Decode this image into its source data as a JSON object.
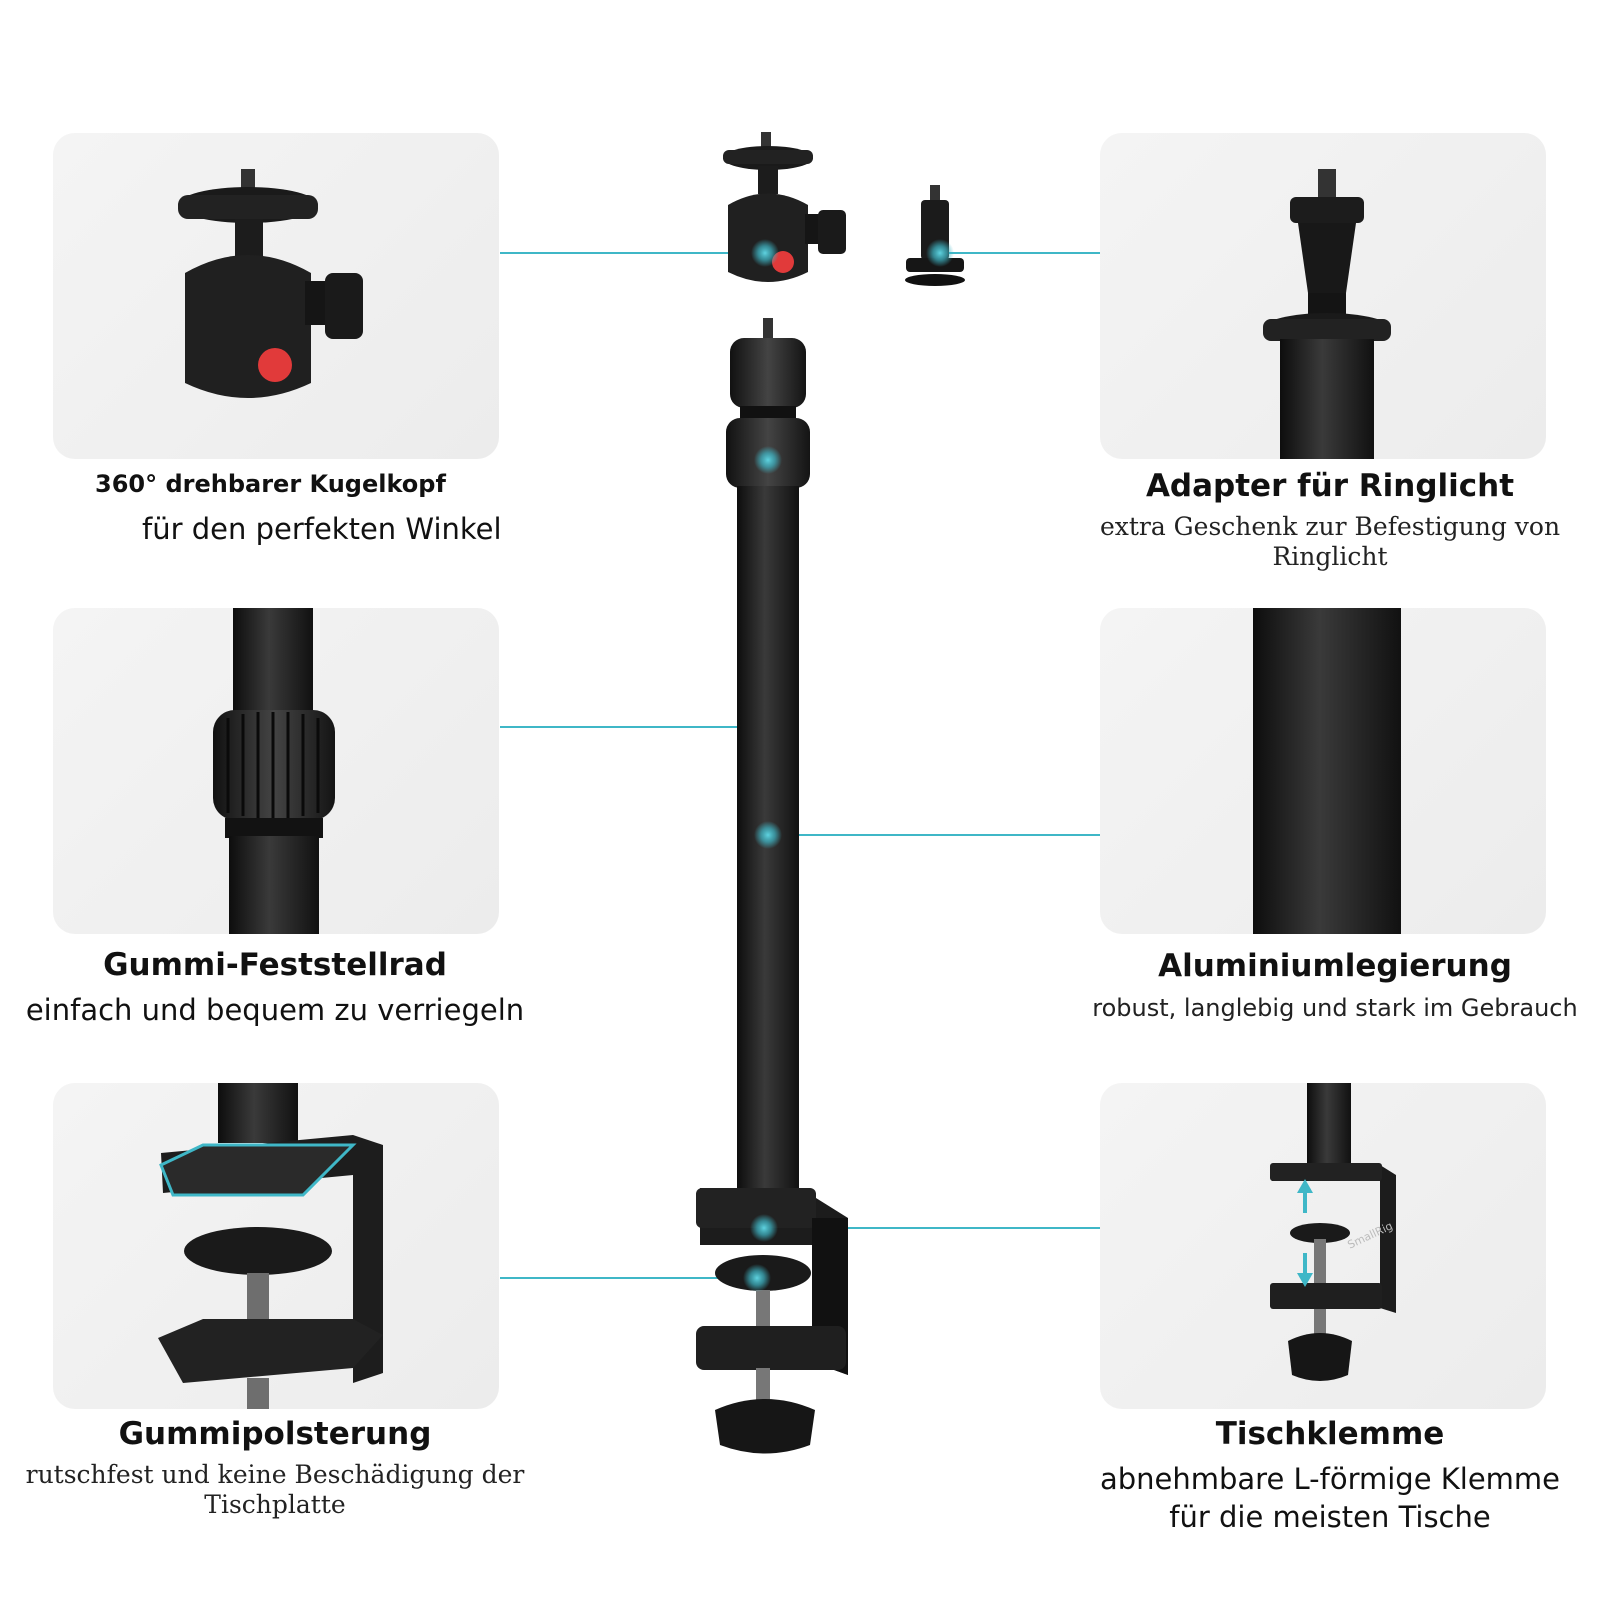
{
  "accent_color": "#3fb7c7",
  "features": {
    "ball_head": {
      "title": "360° drehbarer Kugelkopf",
      "subtitle": "für den perfekten Winkel"
    },
    "ring_adapter": {
      "title": "Adapter für Ringlicht",
      "subtitle": "extra Geschenk zur Befestigung von Ringlicht"
    },
    "lock_wheel": {
      "title": "Gummi-Feststellrad",
      "subtitle": "einfach und bequem zu verriegeln"
    },
    "alloy": {
      "title": "Aluminiumlegierung",
      "subtitle": "robust, langlebig und stark im Gebrauch"
    },
    "rubber_pad": {
      "title": "Gummipolsterung",
      "subtitle": "rutschfest und keine Beschädigung der Tischplatte"
    },
    "desk_clamp": {
      "title": "Tischklemme",
      "subtitle": "abnehmbare L-förmige Klemme für die meisten Tische",
      "brand_mark": "SmallRig"
    }
  }
}
